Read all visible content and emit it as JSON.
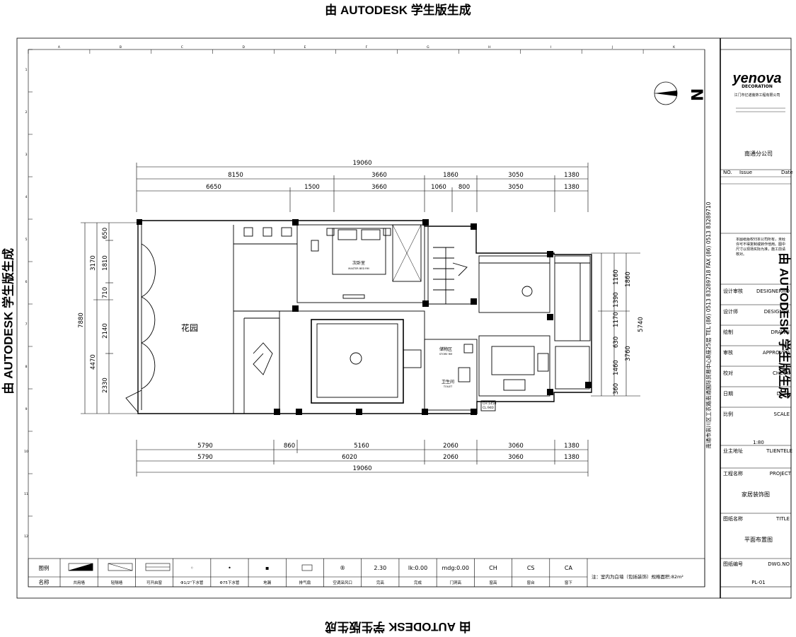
{
  "watermark": "由 AUTODESK 学生版生成",
  "grid_cols": [
    "A",
    "B",
    "C",
    "D",
    "E",
    "F",
    "G",
    "H",
    "I",
    "J",
    "K"
  ],
  "grid_rows": [
    "1",
    "2",
    "3",
    "4",
    "5",
    "6",
    "7",
    "8",
    "9",
    "10",
    "11",
    "12"
  ],
  "north": "N",
  "dims_top": {
    "overall": "19060",
    "row1": [
      "8150",
      "3660",
      "1860",
      "3050",
      "1380"
    ],
    "row2": [
      "6650",
      "1500",
      "3660",
      "1060",
      "800",
      "3050",
      "1380"
    ]
  },
  "dims_bottom": {
    "overall": "19060",
    "row1": [
      "5790",
      "860",
      "5160",
      "2060",
      "3060",
      "1380"
    ],
    "row2": [
      "5790",
      "6020",
      "2060",
      "3060",
      "1380"
    ]
  },
  "dims_left": {
    "overall": "7880",
    "a": [
      "650",
      "3170",
      "1810",
      "710",
      "2140",
      "4470",
      "2330"
    ]
  },
  "dims_right": {
    "overall": "5740",
    "a": [
      "1860",
      "1160",
      "1390",
      "1170",
      "630",
      "3760",
      "1460",
      "360"
    ]
  },
  "rooms": {
    "garden": "花园",
    "master_bedroom": "次卧室",
    "master_bedroom_en": "MASTER BED RM",
    "storage": "储物区",
    "storage_en": "STORE RM",
    "toilet": "卫生间",
    "toilet_en": "TOILET",
    "level_box": [
      "CH:1450",
      "CL:940"
    ]
  },
  "title_block": {
    "logo": "yenova",
    "logo_sub": "DECORATION",
    "company": "江门市亿诺装饰工程有限公司",
    "branch": "南通分公司",
    "side_vertical": "南通市崇川区工农路南通国际贸易中心B座25层 TEL (86) 0513 83289718 FAX (86) 0513 83289710",
    "issue_headers": [
      "NO.",
      "Issue",
      "Date"
    ],
    "note": "本图纸版权归本公司所有，未经许可不得复制或转作他用。图中尺寸以现场实际为准，施工前请核对。",
    "rows": [
      {
        "cn": "设计审核",
        "en": "DESIGNERHO"
      },
      {
        "cn": "设计师",
        "en": "DESIGNER"
      },
      {
        "cn": "绘制",
        "en": "DRAWN"
      },
      {
        "cn": "审核",
        "en": "APPROVED"
      },
      {
        "cn": "校对",
        "en": "CHECK"
      },
      {
        "cn": "日期",
        "en": "DATE"
      },
      {
        "cn": "比例",
        "en": "SCALE"
      }
    ],
    "scale_value": "1:80",
    "client_cn": "业主地址",
    "client_en": "TLIENTELE",
    "project_cn": "工程名称",
    "project_en": "PROJECT",
    "project_value": "家居装饰图",
    "title_cn": "图纸名称",
    "title_en": "TITLE",
    "title_value": "平面布置图",
    "dwg_cn": "图纸编号",
    "dwg_en": "DWG.NO",
    "dwg_value": "PL-01"
  },
  "legend": {
    "header_symbol": "图例",
    "header_name": "名称",
    "symbol_text": [
      "",
      "",
      "",
      "◦",
      "•",
      "▪",
      "",
      "®",
      "2.30",
      "lk:0.00",
      "mdg:0.00",
      "CH",
      "CS",
      "CA"
    ],
    "names": [
      "共用墙",
      "轻隔墙",
      "可开启窗",
      "Φ1/2\"下水管",
      "Φ75下水管",
      "地漏",
      "排气扇",
      "空调采风口",
      "完高",
      "完成",
      "门洞高",
      "窗高",
      "窗台",
      "窗下"
    ],
    "remark": "注：室内为白墙（包括装饰）规格面积:82m²"
  }
}
